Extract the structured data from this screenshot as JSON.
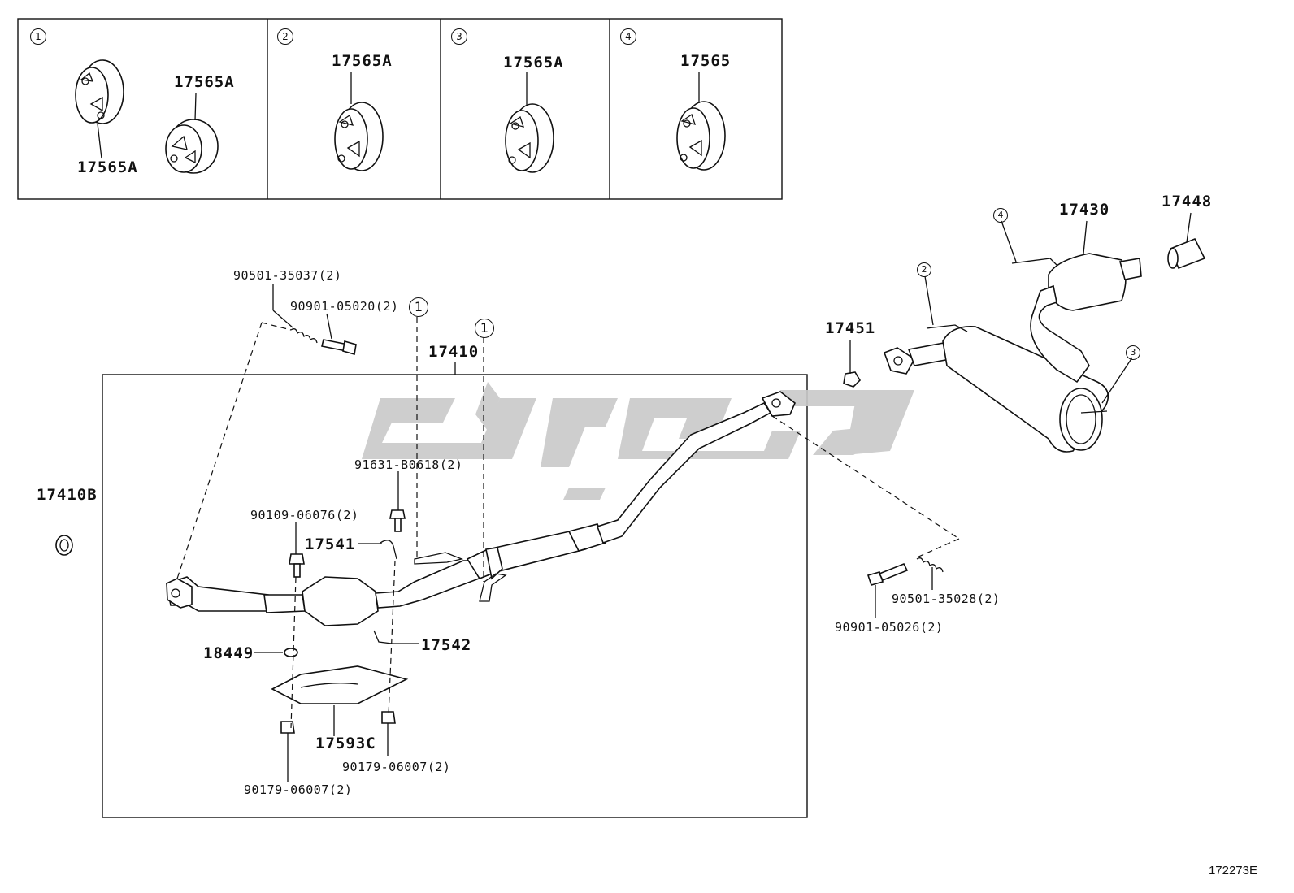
{
  "insets": [
    {
      "index": "1",
      "labels": [
        "17565A",
        "17565A"
      ]
    },
    {
      "index": "2",
      "labels": [
        "17565A"
      ]
    },
    {
      "index": "3",
      "labels": [
        "17565A"
      ]
    },
    {
      "index": "4",
      "labels": [
        "17565"
      ]
    }
  ],
  "parts": {
    "assembly": "17410",
    "gasket_b": "17410B",
    "stud_bolt_upper": "90501-35037(2)",
    "bolt_upper": "90901-05020(2)",
    "callout_1": "1",
    "screw": "91631-B0618(2)",
    "bolt_converter": "90109-06076(2)",
    "clamp_upper": "17541",
    "clamp_lower": "17542",
    "gasket_converter": "18449",
    "heat_insulator": "17593C",
    "nut_left": "90179-06007(2)",
    "nut_right": "90179-06007(2)",
    "tail_pipe": "17430",
    "tail_tip": "17448",
    "gasket_tail": "17451",
    "stud_bolt_lower": "90501-35028(2)",
    "bolt_lower": "90901-05026(2)",
    "hanger_2": "2",
    "hanger_3": "3",
    "hanger_4": "4"
  },
  "diagram_code": "172273E"
}
